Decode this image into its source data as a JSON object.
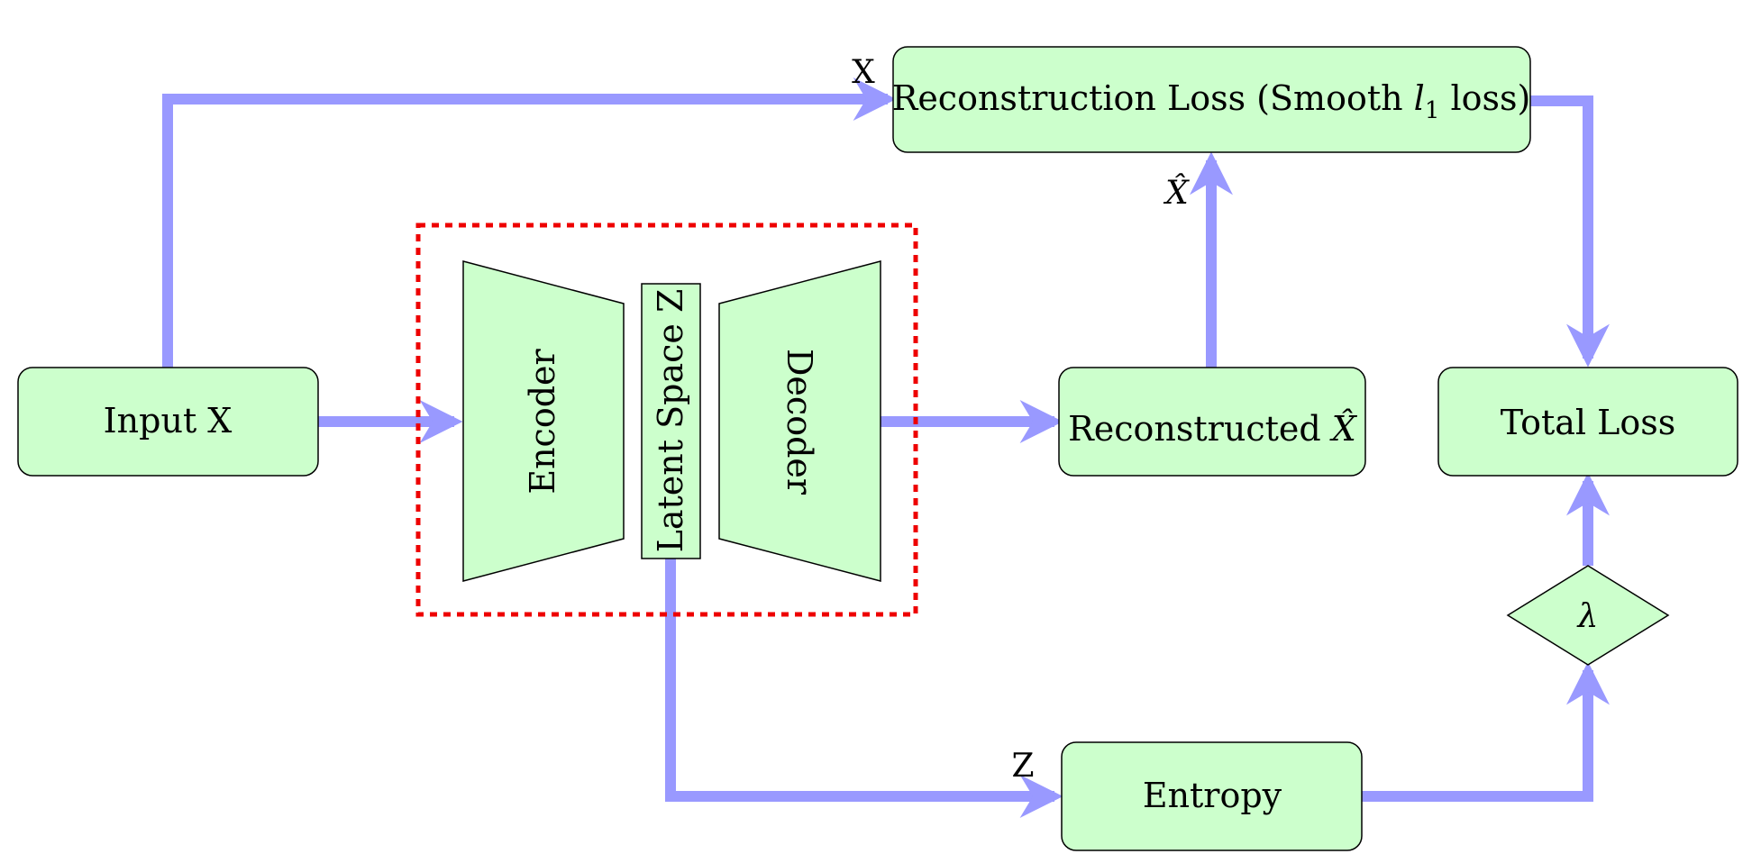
{
  "colors": {
    "node_fill": "#ccffcc",
    "node_stroke": "#000000",
    "arrow": "#9999ff",
    "dashed_box": "#ee0000"
  },
  "nodes": {
    "input": "Input X",
    "encoder": "Encoder",
    "latent": "Latent Space Z",
    "decoder": "Decoder",
    "reconstructed_prefix": "Reconstructed ",
    "reconstructed_symbol": "X̂",
    "recon_loss_prefix": "Reconstruction Loss (Smooth ",
    "recon_loss_symbol": "l",
    "recon_loss_subscript": "1",
    "recon_loss_suffix": " loss)",
    "total_loss": "Total Loss",
    "entropy": "Entropy",
    "lambda": "λ"
  },
  "edge_labels": {
    "x_to_loss": "X",
    "xhat_to_loss": "X̂",
    "z_to_entropy": "Z"
  }
}
